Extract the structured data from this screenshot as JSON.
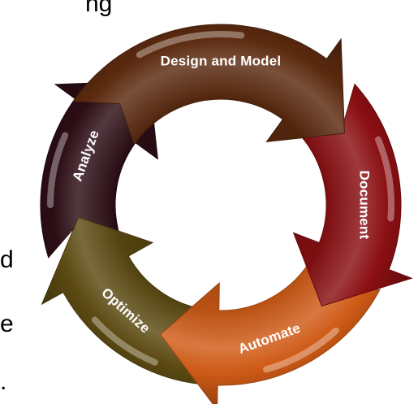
{
  "diagram": {
    "type": "cycle",
    "segments": [
      {
        "id": "design",
        "label": "Design and Model",
        "color": "#5b2a0f"
      },
      {
        "id": "document",
        "label": "Document",
        "color": "#8a0f12"
      },
      {
        "id": "automate",
        "label": "Automate",
        "color": "#cf5a16"
      },
      {
        "id": "optimize",
        "label": "Optimize",
        "color": "#5c4a12"
      },
      {
        "id": "analyze",
        "label": "Analyze",
        "color": "#2c0d15"
      }
    ]
  },
  "background_text": {
    "top": "ng",
    "left_lines": [
      "d",
      "e",
      "."
    ]
  }
}
